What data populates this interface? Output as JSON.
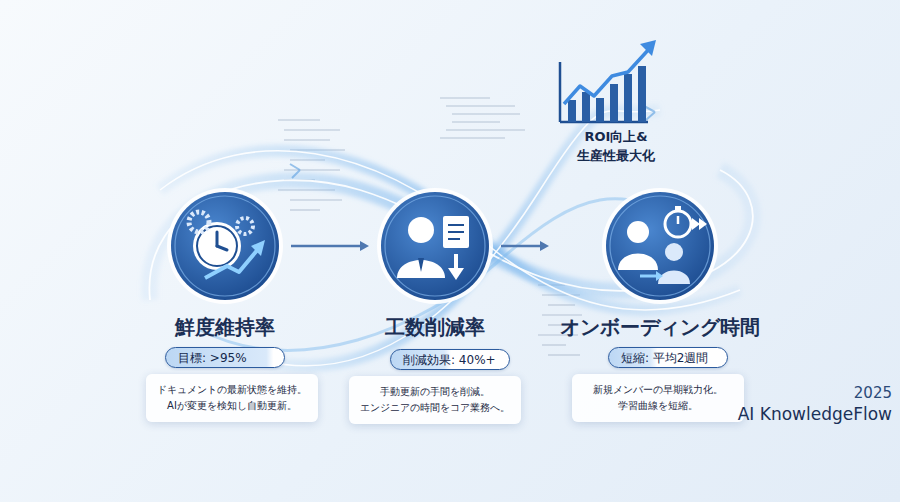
{
  "diagram": {
    "nodes": [
      {
        "text": [
          "鮮度維持率"
        ]
      },
      {
        "text": [
          "目標: >95%"
        ]
      },
      {
        "text": [
          "ドキュメントの最新状態を維持。 AIが変更を検知し自動更新。"
        ]
      },
      {
        "text": [
          "工数削減率"
        ]
      },
      {
        "text": [
          "削減効果: 40%+"
        ]
      },
      {
        "text": [
          "手動更新の手間を削減。 エンジニアの時間をコア業務へ。"
        ]
      },
      {
        "text": [
          "オンボーディング時間"
        ]
      },
      {
        "text": [
          "短縮: 平均2週間"
        ]
      },
      {
        "text": [
          "新規メンバーの早期戦力化。 学習曲線を短縮。"
        ]
      }
    ],
    "edges": [
      {
        "from": 0,
        "to": 3,
        "arrow": "to"
      },
      {
        "from": 3,
        "to": 6,
        "arrow": "to"
      }
    ],
    "labels": [
      "ROI向上& 生産性最大化",
      "2025",
      "AI KnowledgeFlow"
    ]
  }
}
